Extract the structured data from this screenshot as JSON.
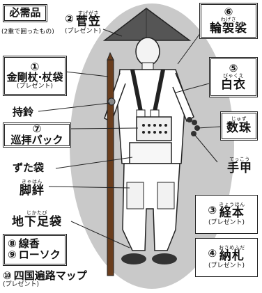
{
  "essentials": {
    "title": "必需品",
    "note": "(2重で囲ったもの)"
  },
  "present": "(プレゼント)",
  "items": {
    "sugegasa": {
      "num": "②",
      "ruby": "すげがさ",
      "name": "菅笠"
    },
    "wagesa": {
      "num": "⑥",
      "ruby": "わげさ",
      "name": "輪袈裟"
    },
    "kongozue": {
      "num": "①",
      "name": "金剛杖·杖袋"
    },
    "hakue": {
      "num": "⑤",
      "ruby": "びゃくえ",
      "name": "白衣"
    },
    "jirin": {
      "name": "持鈴"
    },
    "junpai": {
      "num": "⑦",
      "name": "巡拝パック"
    },
    "juzu": {
      "ruby": "じゅず",
      "name": "数珠"
    },
    "zudabukuro": {
      "name": "ずた袋"
    },
    "tekko": {
      "ruby": "てっこう",
      "name": "手甲"
    },
    "kyahan": {
      "ruby": "きゃはん",
      "name": "脚絆"
    },
    "jikatabi": {
      "ruby": "じかたび",
      "name": "地下足袋"
    },
    "kyohon": {
      "num": "③",
      "ruby": "きょうほん",
      "name": "経本"
    },
    "senko": {
      "num": "⑧",
      "name": "線香"
    },
    "rosoku": {
      "num": "⑨",
      "name": "ローソク"
    },
    "nosatsu": {
      "num": "④",
      "ruby": "おさめふだ",
      "name": "納札"
    },
    "map": {
      "num": "⑩",
      "name": "四国遍路マップ"
    }
  }
}
